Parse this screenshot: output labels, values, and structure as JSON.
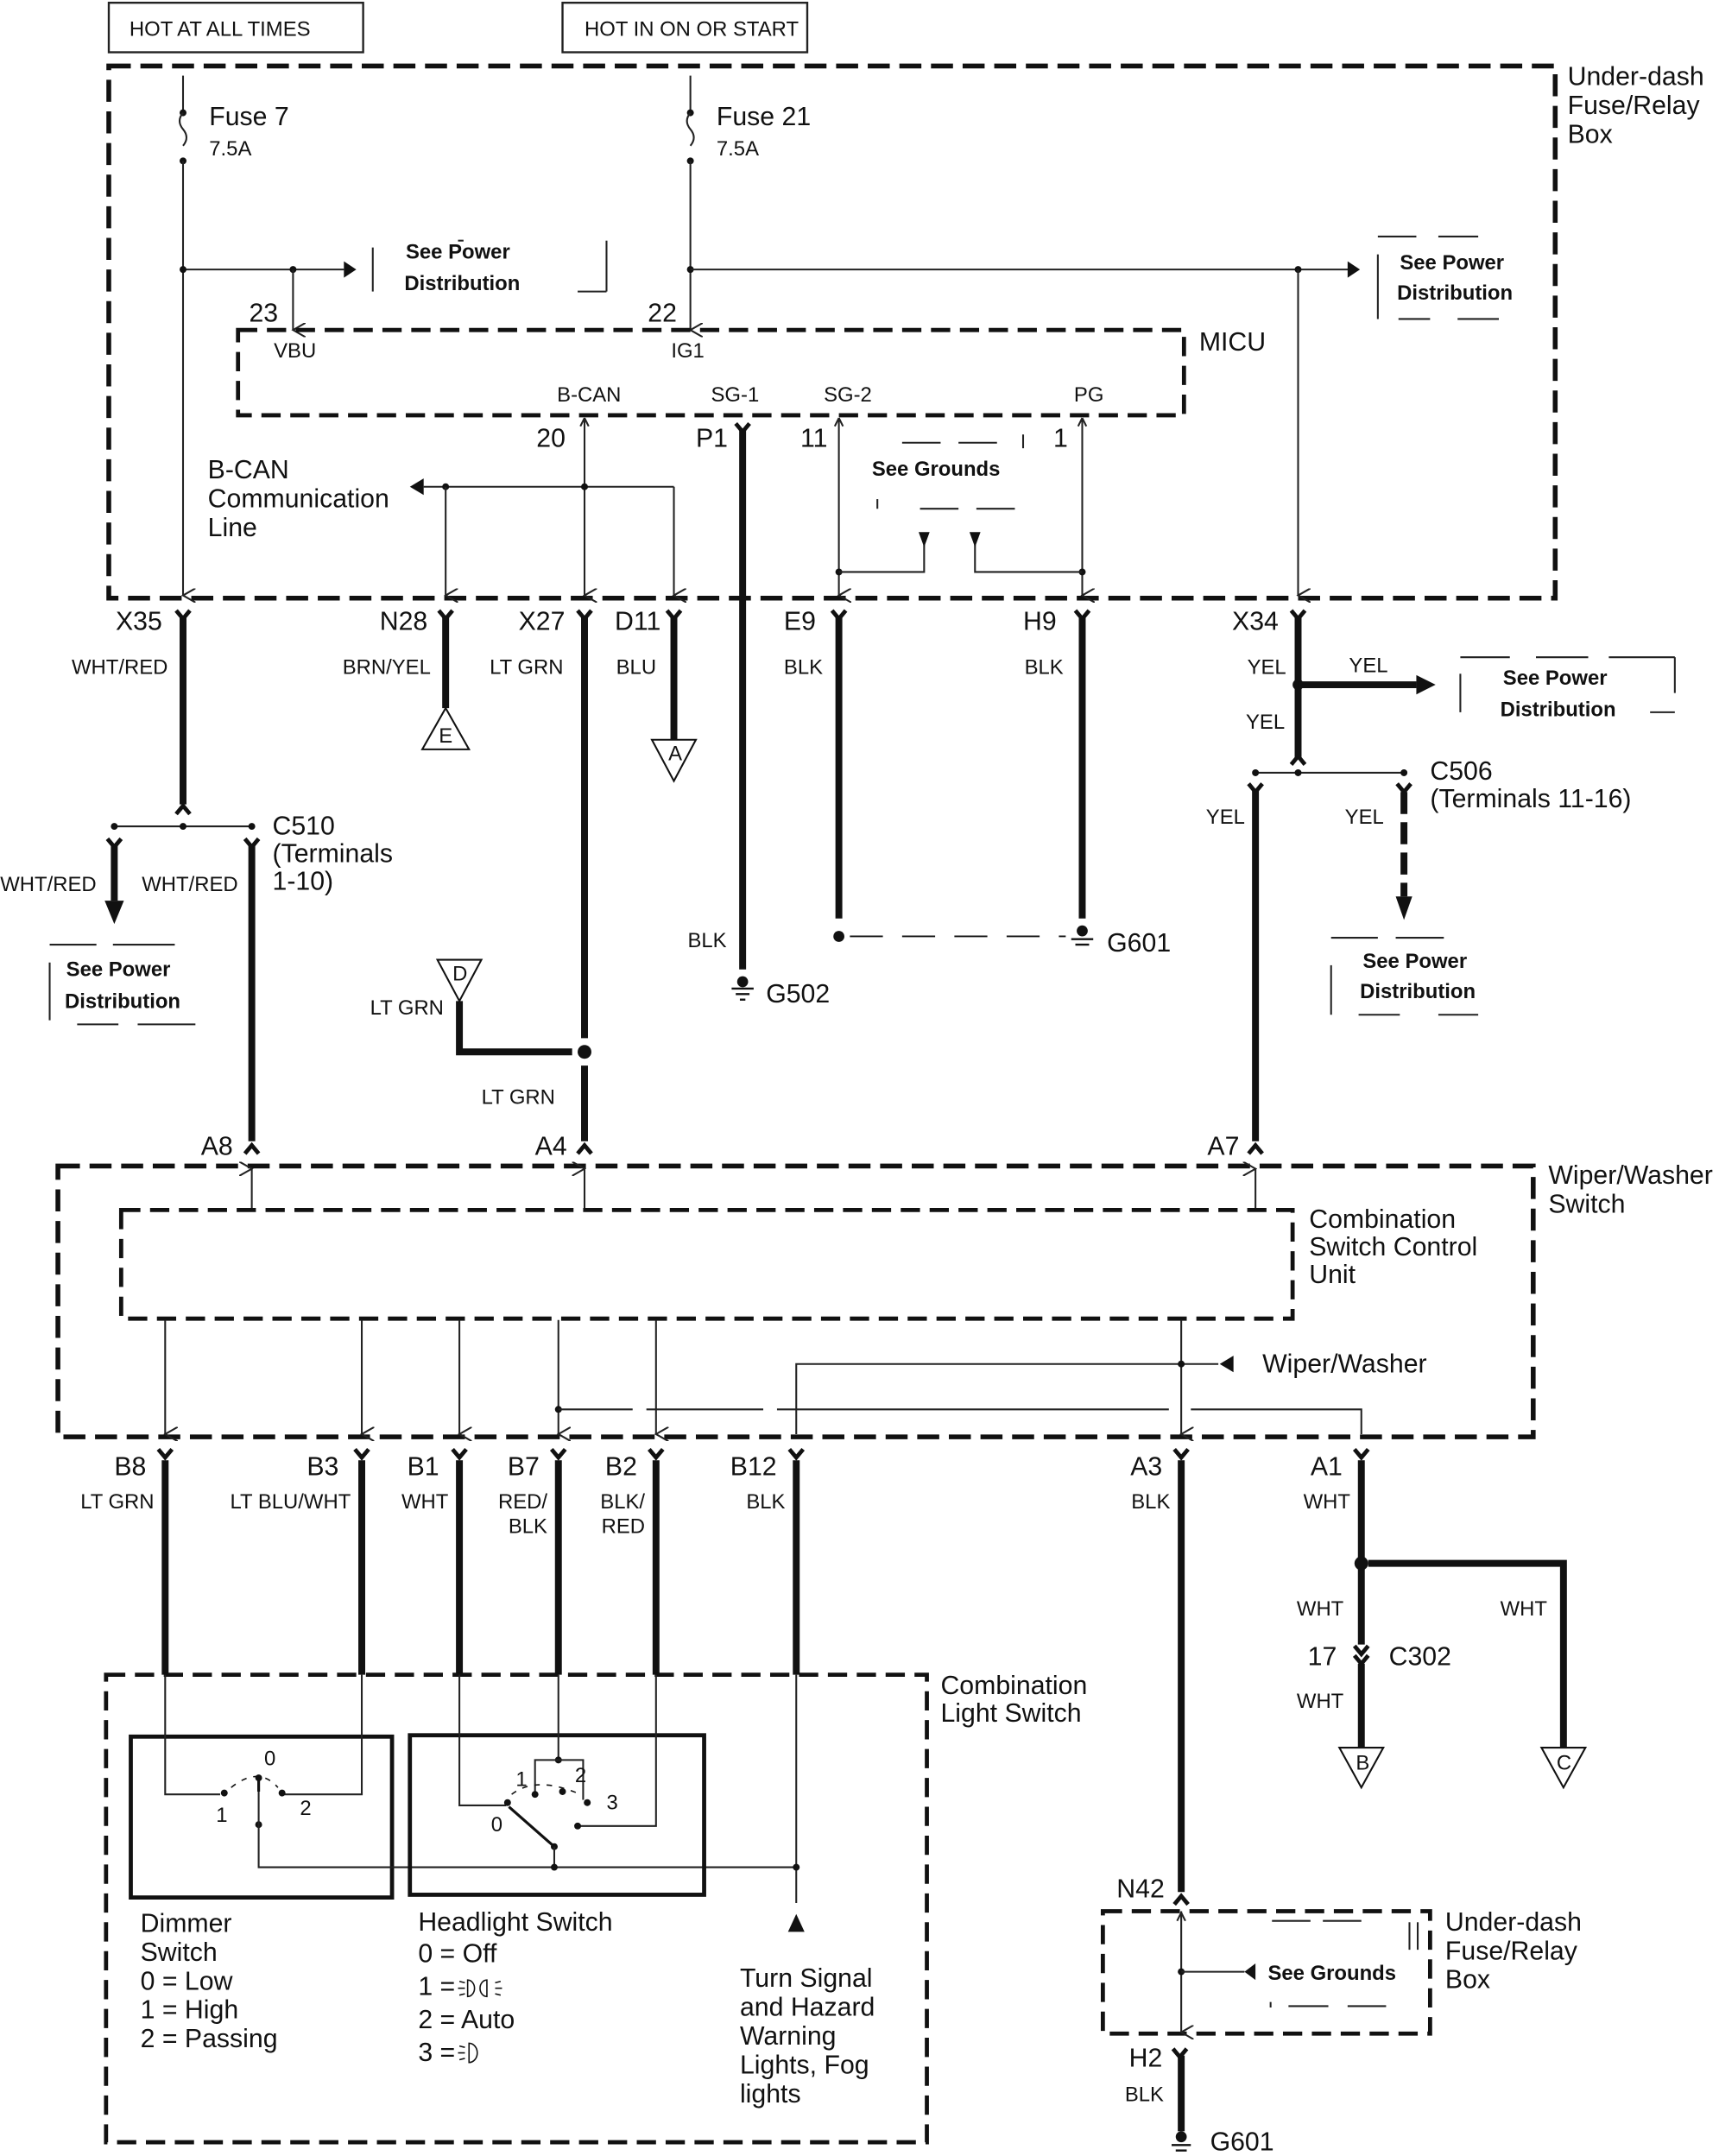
{
  "header": {
    "hot_at_all_times": "HOT AT ALL TIMES",
    "hot_in_on_or_start": "HOT IN ON OR START"
  },
  "fusebox_top": {
    "label_line1": "Under-dash",
    "label_line2": "Fuse/Relay",
    "label_line3": "Box",
    "fuse7": {
      "name": "Fuse 7",
      "rating": "7.5A"
    },
    "fuse21": {
      "name": "Fuse 21",
      "rating": "7.5A"
    },
    "see_power_1": {
      "line1": "See Power",
      "line2": "Distribution"
    },
    "see_power_2": {
      "line1": "See Power",
      "line2": "Distribution"
    },
    "see_grounds": "See Grounds",
    "bcan_line": {
      "line1": "B-CAN",
      "line2": "Communication",
      "line3": "Line"
    }
  },
  "micu": {
    "label": "MICU",
    "pins": {
      "vbu": "VBU",
      "ig1": "IG1",
      "bcan": "B-CAN",
      "sg1": "SG-1",
      "sg2": "SG-2",
      "pg": "PG"
    },
    "pin_numbers": {
      "vbu": "23",
      "ig1": "22",
      "bcan": "20",
      "sg1": "P1",
      "sg2": "11",
      "pg": "1"
    }
  },
  "fusebox_terminals": [
    {
      "id": "X35",
      "wire": "WHT/RED"
    },
    {
      "id": "N28",
      "wire": "BRN/YEL"
    },
    {
      "id": "X27",
      "wire": "LT GRN"
    },
    {
      "id": "D11",
      "wire": "BLU"
    },
    {
      "id": "E9",
      "wire": "BLK"
    },
    {
      "id": "H9",
      "wire": "BLK"
    },
    {
      "id": "X34",
      "wire": "YEL"
    }
  ],
  "p1_wire": "BLK",
  "grounds": {
    "g502": "G502",
    "g601": "G601",
    "g601_bottom": "G601"
  },
  "offpage": {
    "e": "E",
    "a": "A",
    "d": "D",
    "b": "B",
    "c": "C"
  },
  "c510": {
    "name": "C510",
    "line2": "(Terminals",
    "line3": "1-10)",
    "wire_left": "WHT/RED",
    "wire_right": "WHT/RED",
    "see_power": {
      "line1": "See Power",
      "line2": "Distribution"
    }
  },
  "c506": {
    "name": "C506",
    "line2": "(Terminals 11-16)",
    "wire_left": "YEL",
    "wire_right": "YEL"
  },
  "x34_branch": {
    "wire_up": "YEL",
    "wire_right": "YEL",
    "wire_down": "YEL",
    "see_power": {
      "line1": "See Power",
      "line2": "Distribution"
    }
  },
  "c506_see_power": {
    "line1": "See Power",
    "line2": "Distribution"
  },
  "d_branch": {
    "wire_d": "LT GRN",
    "wire_a4": "LT GRN"
  },
  "wiper_switch": {
    "label_line1": "Wiper/Washer",
    "label_line2": "Switch",
    "csu_line1": "Combination",
    "csu_line2": "Switch Control",
    "csu_line3": "Unit",
    "wiper_washer": "Wiper/Washer",
    "top_pins": [
      "A8",
      "A4",
      "A7"
    ],
    "bottom_pins": [
      {
        "id": "B8",
        "wire": "LT GRN"
      },
      {
        "id": "B3",
        "wire": "LT BLU/WHT"
      },
      {
        "id": "B1",
        "wire": "WHT"
      },
      {
        "id": "B7",
        "wire": "RED/",
        "wire2": "BLK"
      },
      {
        "id": "B2",
        "wire": "BLK/",
        "wire2": "RED"
      },
      {
        "id": "B12",
        "wire": "BLK"
      },
      {
        "id": "A3",
        "wire": "BLK"
      },
      {
        "id": "A1",
        "wire": "WHT"
      }
    ]
  },
  "a1_branch": {
    "wire_left": "WHT",
    "wire_right": "WHT",
    "c302_pin": "17",
    "c302": "C302",
    "wire_below": "WHT"
  },
  "light_switch": {
    "label_line1": "Combination",
    "label_line2": "Light Switch",
    "dimmer": {
      "title1": "Dimmer",
      "title2": "Switch",
      "positions": [
        "0 = Low",
        "1 = High",
        "2 = Passing"
      ],
      "pos_labels": [
        "0",
        "1",
        "2"
      ]
    },
    "headlight": {
      "title": "Headlight Switch",
      "positions": [
        "0 = Off",
        "1 = ",
        "2 = Auto",
        "3 = "
      ],
      "pos_labels": [
        "0",
        "1",
        "2",
        "3"
      ],
      "icon_1": "parking-lights-icon",
      "icon_3": "headlight-icon"
    },
    "turn_signal": [
      "Turn Signal",
      "and Hazard",
      "Warning",
      "Lights, Fog",
      "lights"
    ]
  },
  "fusebox_bottom": {
    "label_line1": "Under-dash",
    "label_line2": "Fuse/Relay",
    "label_line3": "Box",
    "top_pin": "N42",
    "bottom_pin": "H2",
    "wire": "BLK",
    "see_grounds": "See Grounds"
  }
}
